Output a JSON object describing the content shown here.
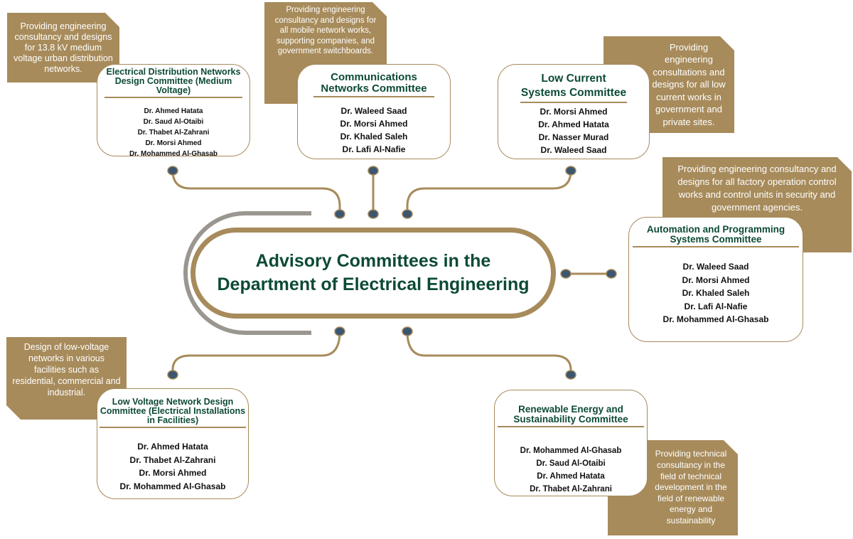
{
  "title": "Advisory Committees in the Department of Electrical Engineering",
  "colors": {
    "accent": "#a78b5b",
    "title_green": "#0d4a36",
    "connector_dot": "#3c5670",
    "arc_gray": "#9a9690"
  },
  "committees": [
    {
      "title": "Electrical Distribution Networks Design Committee (Medium Voltage)",
      "description": "Providing engineering consultancy and designs for 13.8 kV medium voltage urban distribution networks.",
      "members": [
        "Dr. Ahmed Hatata",
        "Dr. Saud Al-Otaibi",
        "Dr. Thabet Al-Zahrani",
        "Dr. Morsi Ahmed",
        "Dr. Mohammed Al-Ghasab"
      ]
    },
    {
      "title": "Communications Networks Committee",
      "description": "Providing engineering consultancy and designs for all mobile network works, supporting companies, and government switchboards.",
      "members": [
        "Dr. Waleed Saad",
        "Dr. Morsi Ahmed",
        "Dr. Khaled Saleh",
        "Dr. Lafi Al-Nafie"
      ]
    },
    {
      "title": "Low Current Systems Committee",
      "description": "Providing engineering consultations and designs for all low current works in government and private sites.",
      "members": [
        "Dr. Morsi Ahmed",
        "Dr. Ahmed Hatata",
        "Dr. Nasser Murad",
        "Dr. Waleed Saad"
      ]
    },
    {
      "title": "Automation and Programming Systems Committee",
      "description": "Providing engineering consultancy and designs for all factory operation control works and control units in security and government agencies.",
      "members": [
        "Dr. Waleed Saad",
        "Dr. Morsi Ahmed",
        "Dr. Khaled Saleh",
        "Dr. Lafi Al-Nafie",
        "Dr. Mohammed Al-Ghasab"
      ]
    },
    {
      "title": "Low Voltage Network Design Committee (Electrical Installations in Facilities)",
      "description": "Design of low-voltage networks in various facilities such as residential, commercial and industrial.",
      "members": [
        "Dr. Ahmed Hatata",
        "Dr. Thabet Al-Zahrani",
        "Dr. Morsi Ahmed",
        "Dr. Mohammed Al-Ghasab"
      ]
    },
    {
      "title": "Renewable Energy and Sustainability Committee",
      "description": "Providing technical consultancy in the field of technical development in the field of renewable energy and sustainability",
      "members": [
        "Dr. Mohammed Al-Ghasab",
        "Dr. Saud Al-Otaibi",
        "Dr. Ahmed Hatata",
        "Dr. Thabet Al-Zahrani"
      ]
    }
  ]
}
